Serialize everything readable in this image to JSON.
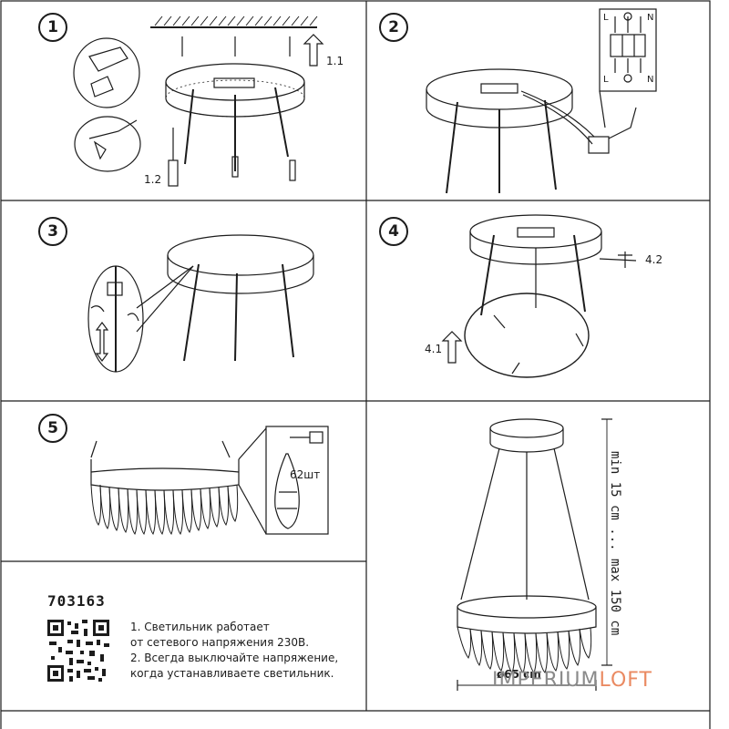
{
  "steps": [
    {
      "number": "1",
      "callouts": [
        "1.1",
        "1.2"
      ]
    },
    {
      "number": "2",
      "terminal_labels": [
        "L",
        "N"
      ]
    },
    {
      "number": "3"
    },
    {
      "number": "4",
      "callouts": [
        "4.1",
        "4.2"
      ]
    },
    {
      "number": "5",
      "callouts": [
        "62шт"
      ]
    }
  ],
  "article": "703163",
  "notes": [
    "1. Светильник работает",
    "от сетевого напряжения 230В.",
    "2. Всегда выключайте напряжение,",
    "когда устанавливаете светильник."
  ],
  "dimensions": {
    "height": "min 15 cm ... max 150 cm",
    "diameter": "ø65 cm"
  },
  "brand": {
    "part1": "IMPERIUM",
    "part2": "LOFT"
  },
  "colors": {
    "line": "#1c1c1c",
    "brand_grey": "#8a8a8a",
    "brand_accent": "#ea8a62"
  }
}
